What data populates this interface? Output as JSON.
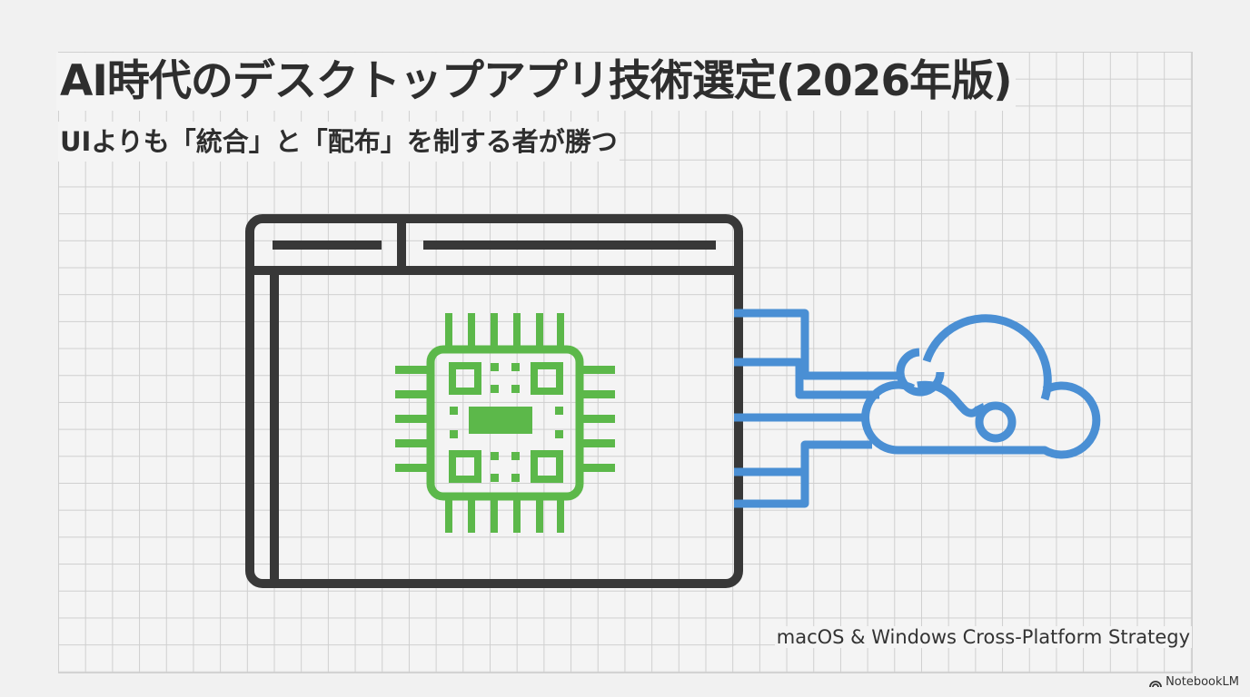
{
  "slide": {
    "title": "AI時代のデスクトップアプリ技術選定(2026年版)",
    "subtitle": "UIよりも「統合」と「配布」を制する者が勝つ",
    "caption": "macOS & Windows Cross-Platform Strategy",
    "brand": "NotebookLM"
  },
  "colors": {
    "window": "#383838",
    "chip": "#5cb84a",
    "cloud": "#4a8fd4"
  },
  "icons": [
    "app-window-icon",
    "cpu-chip-icon",
    "cloud-connection-icon",
    "notebooklm-logo-icon"
  ]
}
